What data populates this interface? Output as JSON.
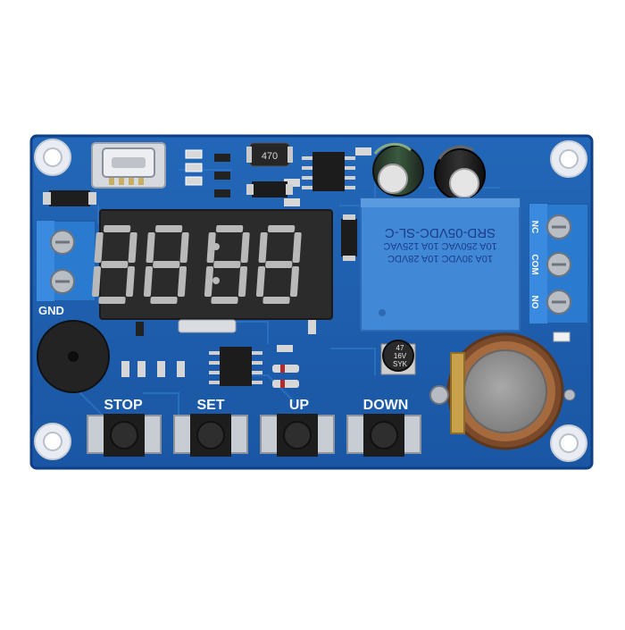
{
  "board": {
    "colors": {
      "pcb": "#1d5fb0",
      "pcb_edge": "#0f3f86",
      "relay": "#3f86d4",
      "terminal": "#2a7bd0",
      "display": "#2b2b2b",
      "segment_off": "#b9b9b9",
      "silk": "#f4f6fb"
    },
    "labels": {
      "gnd": "GND",
      "stop": "STOP",
      "set": "SET",
      "up": "UP",
      "down": "DOWN",
      "nc": "NC",
      "com": "COM",
      "no": "NO"
    },
    "relay_lines": [
      "SRD-05VDC-SL-C",
      "10A 250VAC 10A 125VAC",
      "10A 30VDC 10A 28VDC"
    ],
    "inductor": "470",
    "capacitor_lines": [
      "47",
      "16V",
      "SYK"
    ]
  }
}
